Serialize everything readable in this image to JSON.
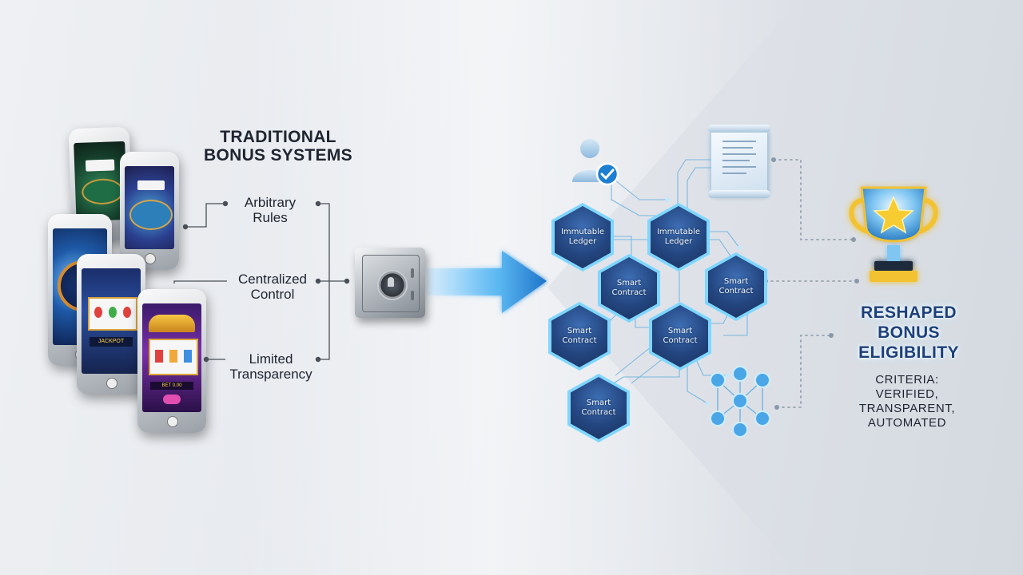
{
  "left": {
    "title_line1": "TRADITIONAL",
    "title_line2": "BONUS SYSTEMS",
    "factors": [
      {
        "line1": "Arbitrary",
        "line2": "Rules"
      },
      {
        "line1": "Centralized",
        "line2": "Control"
      },
      {
        "line1": "Limited",
        "line2": "Transparency"
      }
    ],
    "phone_screen": {
      "jackpot_label": "JACKPOT",
      "bet_label": "BET 0.00"
    }
  },
  "network": {
    "nodes": [
      {
        "line1": "Immutable",
        "line2": "Ledger"
      },
      {
        "line1": "Immutable",
        "line2": "Ledger"
      },
      {
        "line1": "Smart",
        "line2": "Contract"
      },
      {
        "line1": "Smart",
        "line2": "Contract"
      },
      {
        "line1": "Smart",
        "line2": "Contract"
      },
      {
        "line1": "Smart",
        "line2": "Contract"
      },
      {
        "line1": "Smart",
        "line2": "Contract"
      }
    ]
  },
  "right": {
    "title_line1": "RESHAPED",
    "title_line2": "BONUS",
    "title_line3": "ELIGIBILITY",
    "criteria_line1": "CRITERIA:",
    "criteria_line2": "VERIFIED,",
    "criteria_line3": "TRANSPARENT,",
    "criteria_line4": "AUTOMATED"
  },
  "colors": {
    "hex_border": "#7fd6ff",
    "hex_fill": "#23457f",
    "arrow": "#3aa0e8",
    "title_dark": "#1e2430",
    "reshaped_title": "#1d3f79",
    "trophy_gold": "#f2c230"
  },
  "icons": {
    "user": "user-check-icon",
    "document": "scroll-document-icon",
    "trophy": "trophy-star-icon",
    "safe": "safe-vault-icon",
    "cluster": "node-cluster-icon"
  }
}
